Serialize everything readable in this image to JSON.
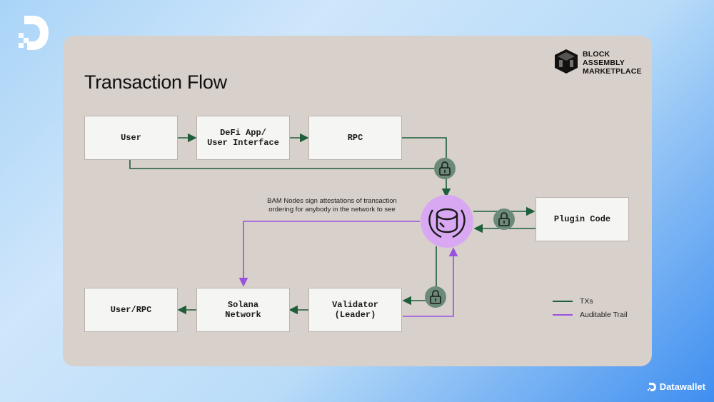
{
  "title": "Transaction Flow",
  "bam_logo_text": "BLOCK\nASSEMBLY\nMARKETPLACE",
  "nodes": {
    "user": "User",
    "defi": "DeFi App/\nUser Interface",
    "rpc": "RPC",
    "plugin": "Plugin Code",
    "user_rpc": "User/RPC",
    "solana": "Solana\nNetwork",
    "validator": "Validator\n(Leader)"
  },
  "annotation": "BAM Nodes sign attestations of transaction\nordering for anybody in the network to see",
  "legend": [
    {
      "label": "TXs",
      "color": "#1e5e3a"
    },
    {
      "label": "Auditable Trail",
      "color": "#9b51e0"
    }
  ],
  "brand": "Datawallet",
  "colors": {
    "tx": "#1e5e3a",
    "trail": "#9b51e0",
    "lock": "#6b8a78",
    "bam": "#d9a8f2"
  }
}
